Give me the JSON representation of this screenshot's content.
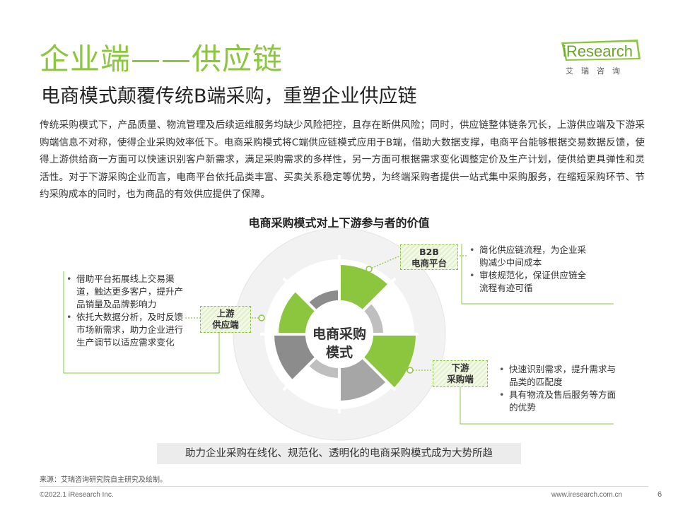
{
  "header": {
    "title": "企业端——供应链",
    "subtitle": "电商模式颠覆传统B端采购，重塑企业供应链"
  },
  "logo": {
    "brand": "iResearch",
    "cn": "艾瑞咨询"
  },
  "body_text": "传统采购模式下，产品质量、物流管理及后续运维服务均缺少风险把控，且存在断供风险；同时，供应链整体链条冗长，上游供应端及下游采购端信息不对称，使得企业采购效率低下。电商采购模式将C端供应链模式应用于B端，借助大数据支撑，电商平台能够根据交易数据反馈，使得上游供给商一方面可以快速识别客户新需求，满足采购需求的多样性，另一方面可根据需求变化调整定价及生产计划，使供给更具弹性和灵活性。对于下游采购企业而言，电商平台依托品类丰富、买卖关系稳定等优势，为终端采购者提供一站式集中采购服务，在缩短采购环节、节约采购成本的同时，也为商品的有效供应提供了保障。",
  "diagram": {
    "title": "电商采购模式对上下游参与者的价值",
    "center": [
      "电商采购",
      "模式"
    ],
    "b2b": {
      "tag": [
        "B2B",
        "电商平台"
      ],
      "bullets": [
        "简化供应链流程，为企业采购减少中间成本",
        "审核规范化，保证供应链全流程有迹可循"
      ]
    },
    "upstream": {
      "tag": [
        "上游",
        "供应端"
      ],
      "bullets": [
        "借助平台拓展线上交易渠道，触达更多客户，提升产品销量及品牌影响力",
        "依托大数据分析，及时反馈市场新需求，助力企业进行生产调节以适应需求变化"
      ]
    },
    "downstream": {
      "tag": [
        "下游",
        "采购端"
      ],
      "bullets": [
        "快速识别需求，提升需求与品类的匹配度",
        "具有物流及售后服务等方面的优势"
      ]
    },
    "conclusion": "助力企业采购在线化、规范化、透明化的电商采购模式成为大势所趋",
    "colors": {
      "green": "#8cc63f",
      "dark_gray": "#8c8c8c",
      "mid_gray": "#a6a6a6",
      "light_gray": "#bfbfbf",
      "ring": "#f2f2f2"
    }
  },
  "footer": {
    "source": "来源：艾瑞咨询研究院自主研究及绘制。",
    "copyright": "©2022.1 iResearch Inc.",
    "website": "www.iresearch.com.cn",
    "page": "6"
  }
}
